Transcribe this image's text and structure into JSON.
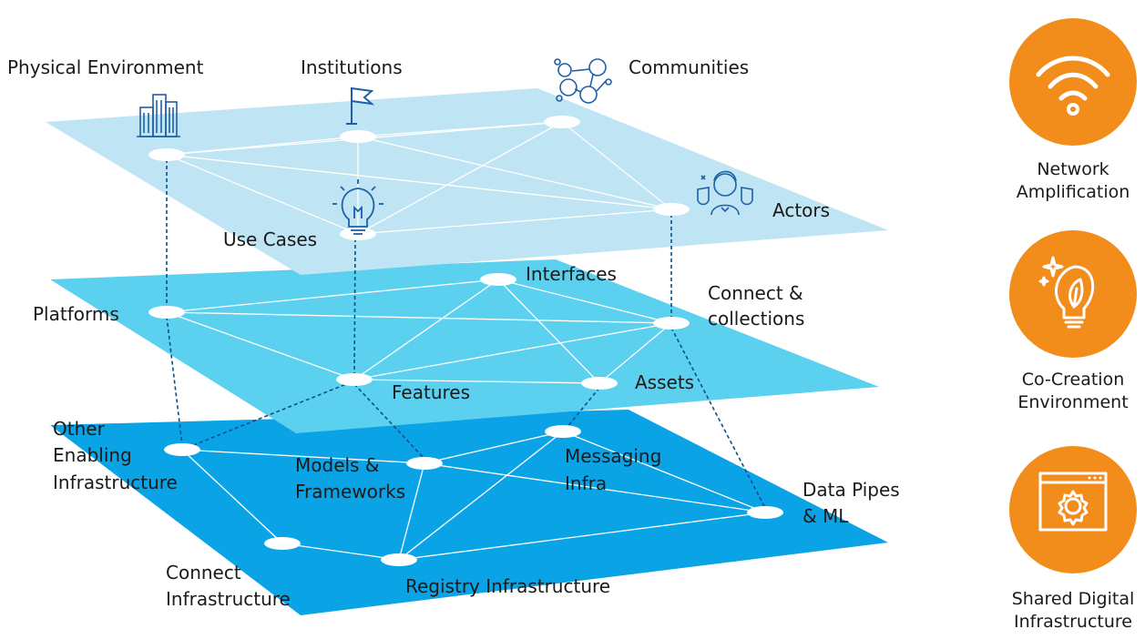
{
  "layers": {
    "top": {
      "labels": {
        "physical_environment": "Physical Environment",
        "institutions": "Institutions",
        "communities": "Communities",
        "actors": "Actors",
        "use_cases": "Use Cases"
      },
      "icons": [
        "buildings-icon",
        "flag-icon",
        "people-network-icon",
        "actors-theatre-icon",
        "lightbulb-icon"
      ]
    },
    "middle": {
      "labels": {
        "platforms": "Platforms",
        "interfaces": "Interfaces",
        "connect_collections": [
          "Connect &",
          "collections"
        ],
        "features": "Features",
        "assets": "Assets"
      }
    },
    "bottom": {
      "labels": {
        "other_enabling": [
          "Other",
          "Enabling",
          "Infrastructure"
        ],
        "models_frameworks": [
          "Models &",
          "Frameworks"
        ],
        "messaging_infra": [
          "Messaging",
          "Infra"
        ],
        "data_pipes": [
          "Data Pipes",
          "& ML"
        ],
        "connect_infrastructure": [
          "Connect",
          "Infrastructure"
        ],
        "registry_infrastructure": "Registry Infrastructure"
      }
    }
  },
  "sidebar": {
    "items": [
      {
        "icon": "wifi-icon",
        "label": [
          "Network",
          "Amplification"
        ]
      },
      {
        "icon": "sparkle-leaf-bulb-icon",
        "label": [
          "Co-Creation",
          "Environment"
        ]
      },
      {
        "icon": "browser-gear-icon",
        "label": [
          "Shared Digital",
          "Infrastructure"
        ]
      }
    ]
  },
  "colors": {
    "top_plane": "#bfe4f3",
    "middle_plane": "#5cd0ef",
    "bottom_plane": "#0aa3e6",
    "edge": "#ffffff",
    "dashed_link": "#0a4f8f",
    "icon_blue": "#1f5fa8",
    "badge_orange": "#f28c1b"
  }
}
